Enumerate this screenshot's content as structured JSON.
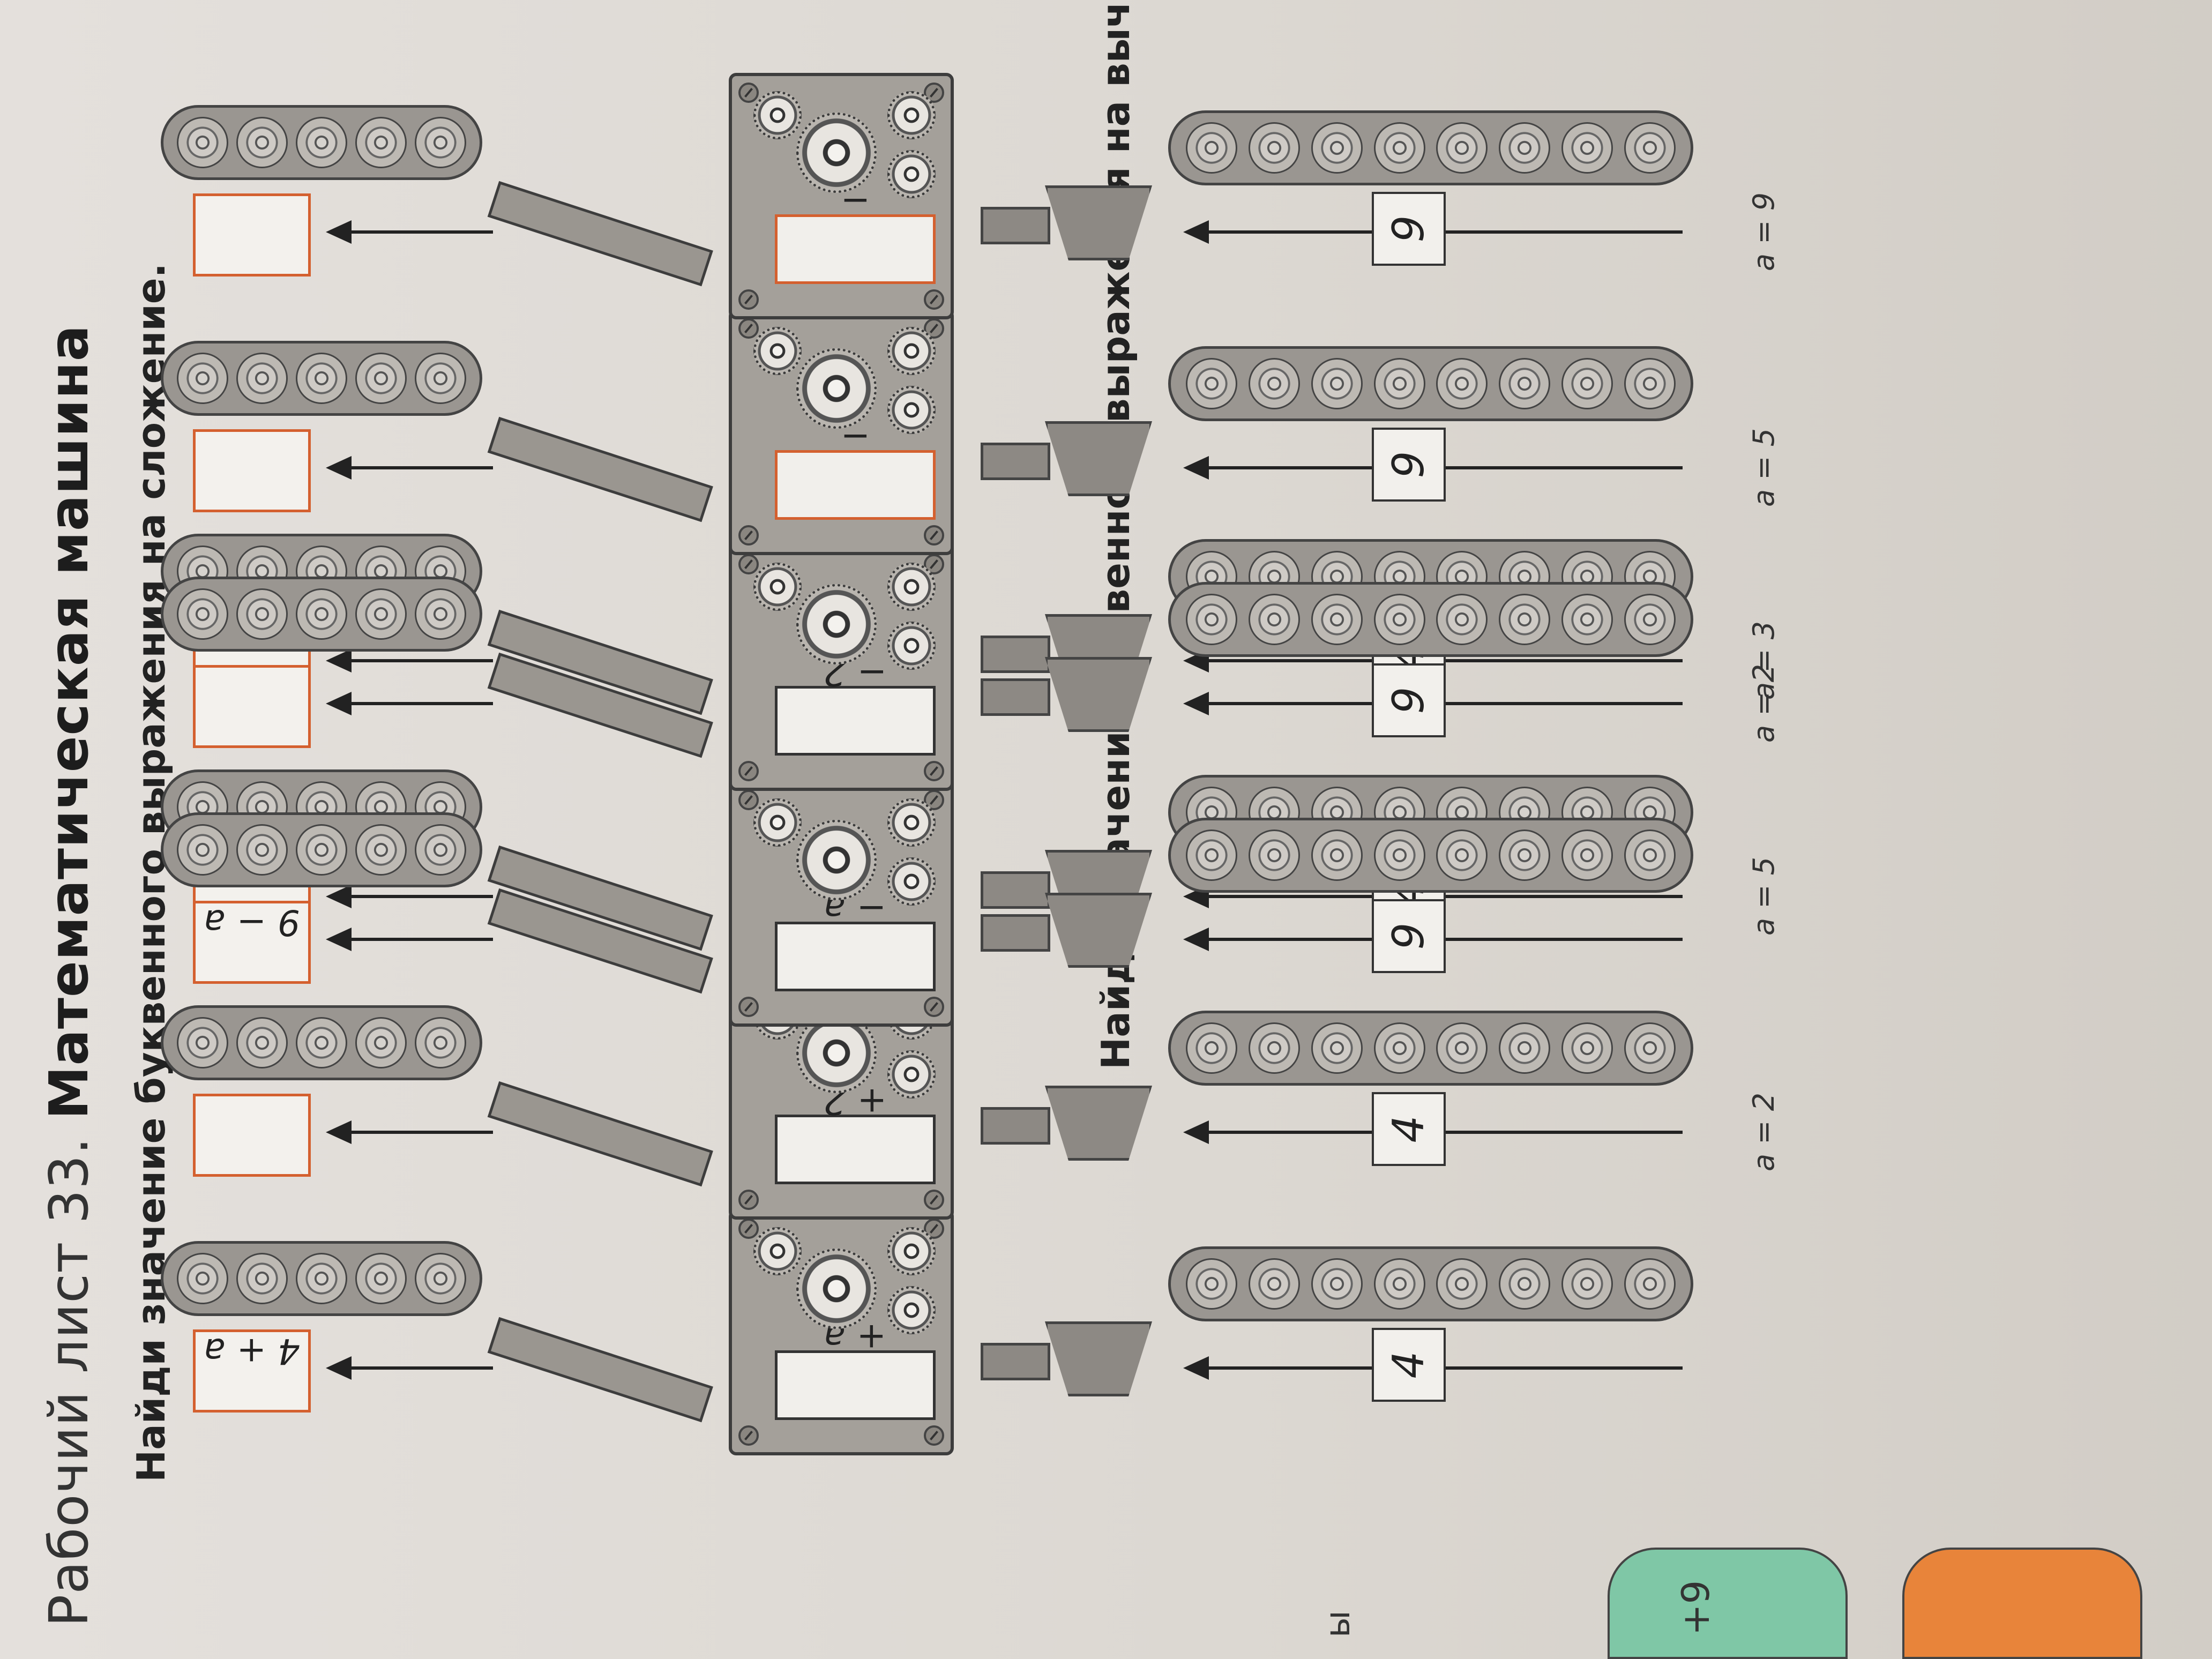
{
  "page": {
    "title_prefix": "Рабочий лист 33.",
    "title_main": "Математическая машина",
    "side_label": "ы",
    "side_badge": "+9"
  },
  "addition": {
    "heading": "Найди значение буквенного выражения на сложение.",
    "rows": [
      {
        "label": "",
        "input": "4",
        "op": "+ a",
        "result": "4 + a",
        "op_highlight": false,
        "result_highlight": true
      },
      {
        "label": "a = 2",
        "input": "4",
        "op": "+ 2",
        "result": "",
        "op_highlight": false,
        "result_highlight": true
      },
      {
        "label": "a = 5",
        "input": "4",
        "op": "+",
        "result": "",
        "op_highlight": true,
        "result_highlight": true
      },
      {
        "label": "a = 3",
        "input": "4",
        "op": "+",
        "result": "",
        "op_highlight": true,
        "result_highlight": true
      }
    ]
  },
  "subtraction": {
    "heading": "Найди значение буквенного выражения на вычитание.",
    "rows": [
      {
        "label": "",
        "input": "9",
        "op": "− a",
        "result": "9 − a",
        "op_highlight": false,
        "result_highlight": true
      },
      {
        "label": "a = 2",
        "input": "9",
        "op": "− 2",
        "result": "",
        "op_highlight": false,
        "result_highlight": true
      },
      {
        "label": "a = 5",
        "input": "9",
        "op": "−",
        "result": "",
        "op_highlight": true,
        "result_highlight": true
      },
      {
        "label": "a = 9",
        "input": "9",
        "op": "−",
        "result": "",
        "op_highlight": true,
        "result_highlight": true
      }
    ]
  },
  "colors": {
    "accent": "#d4602f",
    "side_green": "#7fc7a6",
    "side_orange": "#e8843a"
  }
}
